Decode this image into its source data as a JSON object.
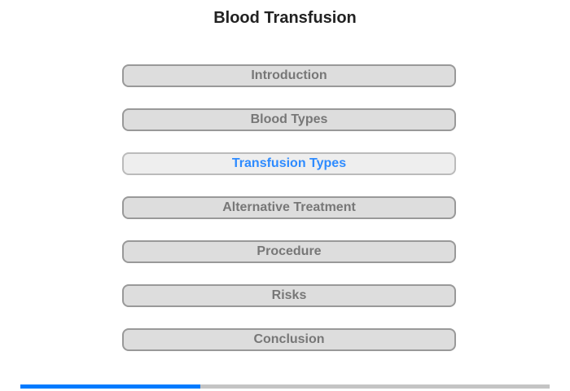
{
  "title": "Blood Transfusion",
  "menu": [
    {
      "label": "Introduction",
      "active": false
    },
    {
      "label": "Blood Types",
      "active": false
    },
    {
      "label": "Transfusion Types",
      "active": true
    },
    {
      "label": "Alternative Treatment",
      "active": false
    },
    {
      "label": "Procedure",
      "active": false
    },
    {
      "label": "Risks",
      "active": false
    },
    {
      "label": "Conclusion",
      "active": false
    }
  ],
  "progress": {
    "percent": 34,
    "fill_color": "#007bff",
    "track_color": "#c4c4c4"
  }
}
